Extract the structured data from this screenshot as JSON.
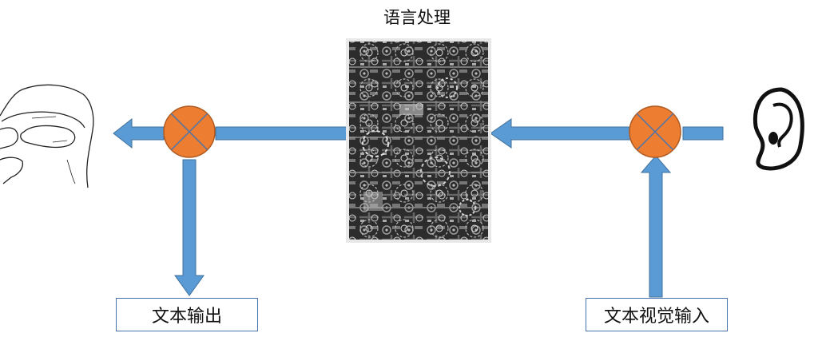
{
  "diagram": {
    "title": "语言处理",
    "output_box": "文本输出",
    "input_box": "文本视觉输入",
    "colors": {
      "arrow_fill": "#5b9bd5",
      "arrow_stroke": "#41719c",
      "junction_fill": "#ed7d31",
      "junction_stroke": "#ae5a21",
      "box_border": "#4a74ad",
      "processor_dark": "#2a2a2a"
    },
    "icons": [
      "mouth-profile-icon",
      "ear-icon",
      "machinery-image",
      "summing-junction-icon"
    ]
  }
}
